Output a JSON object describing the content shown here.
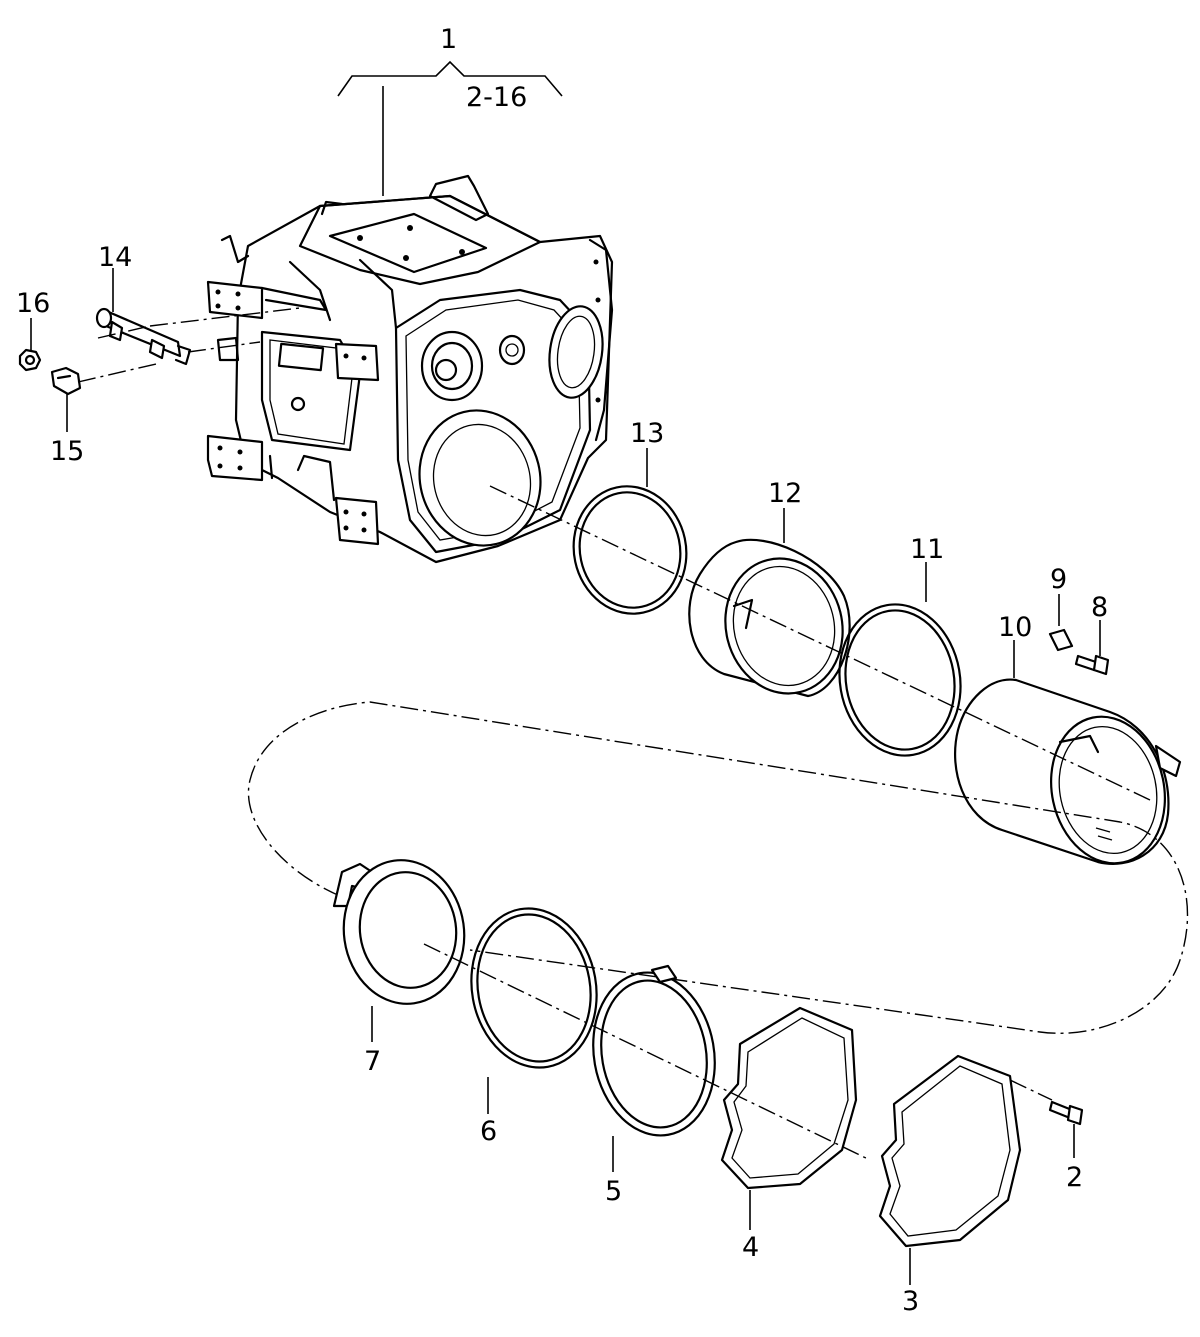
{
  "callouts": {
    "c1": "1",
    "c2_16": "2-16",
    "c2": "2",
    "c3": "3",
    "c4": "4",
    "c5": "5",
    "c6": "6",
    "c7": "7",
    "c8": "8",
    "c9": "9",
    "c10": "10",
    "c11": "11",
    "c12": "12",
    "c13": "13",
    "c14": "14",
    "c15": "15",
    "c16": "16"
  }
}
